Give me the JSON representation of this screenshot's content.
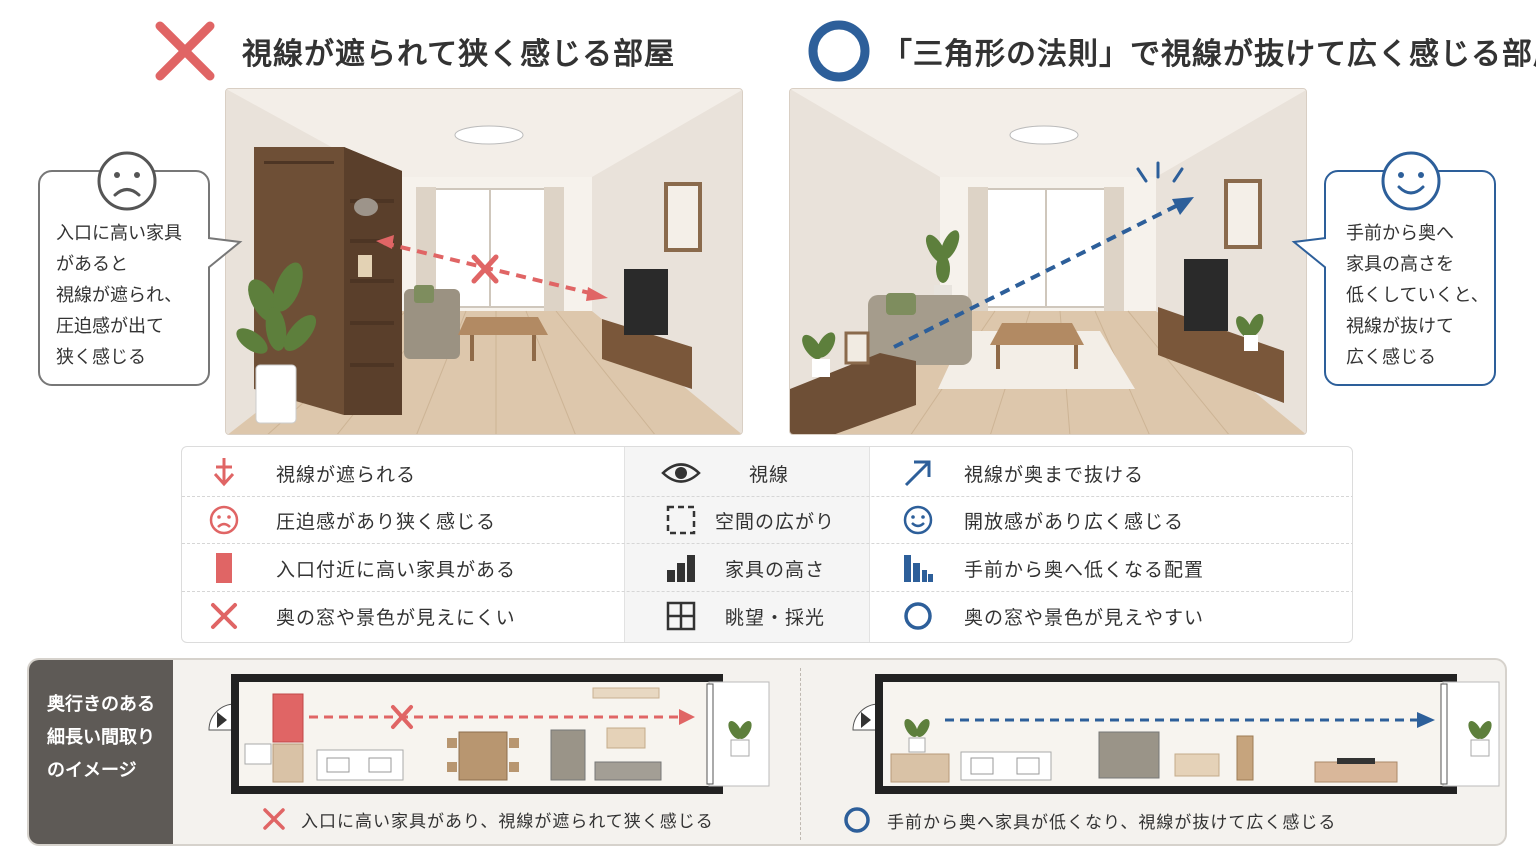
{
  "colors": {
    "bad": "#e06565",
    "good": "#2d5f9a",
    "furniture": "#6e4f36",
    "text": "#333333"
  },
  "left": {
    "title": "視線が遮られて狭く感じる部屋",
    "mark_icon": "x-mark-icon",
    "callout_lines": [
      "入口に高い家具",
      "があると",
      "視線が遮られ、",
      "圧迫感が出て",
      "狭く感じる"
    ],
    "face_icon": "sad-face-icon"
  },
  "right": {
    "title": "「三角形の法則」で視線が抜けて広く感じる部屋",
    "mark_icon": "circle-mark-icon",
    "callout_lines": [
      "手前から奥へ",
      "家具の高さを",
      "低くしていくと、",
      "視線が抜けて",
      "広く感じる"
    ],
    "face_icon": "smile-face-icon"
  },
  "legend": {
    "left": [
      {
        "icon": "blocked-arrow-icon",
        "label": "視線が遮られる"
      },
      {
        "icon": "sad-face-icon",
        "label": "圧迫感があり狭く感じる"
      },
      {
        "icon": "tall-furniture-icon",
        "label": "入口付近に高い家具がある"
      },
      {
        "icon": "x-mark-icon",
        "label": "奥の窓や景色が見えにくい"
      }
    ],
    "middle": [
      {
        "icon": "eye-icon",
        "label": "視線"
      },
      {
        "icon": "dashed-square-icon",
        "label": "空間の広がり"
      },
      {
        "icon": "bar-height-icon",
        "label": "家具の高さ"
      },
      {
        "icon": "window-icon",
        "label": "眺望・採光"
      }
    ],
    "right": [
      {
        "icon": "diagonal-arrow-icon",
        "label": "視線が奥まで抜ける"
      },
      {
        "icon": "smile-face-icon",
        "label": "開放感があり広く感じる"
      },
      {
        "icon": "descending-bars-icon",
        "label": "手前から奥へ低くなる配置"
      },
      {
        "icon": "circle-mark-icon",
        "label": "奥の窓や景色が見えやすい"
      }
    ]
  },
  "bottom": {
    "side_lines": [
      "奥行きのある",
      "細長い間取り",
      "のイメージ"
    ],
    "left_caption": "入口に高い家具があり、視線が遮られて狭く感じる",
    "right_caption": "手前から奥へ家具が低くなり、視線が抜けて広く感じる"
  }
}
